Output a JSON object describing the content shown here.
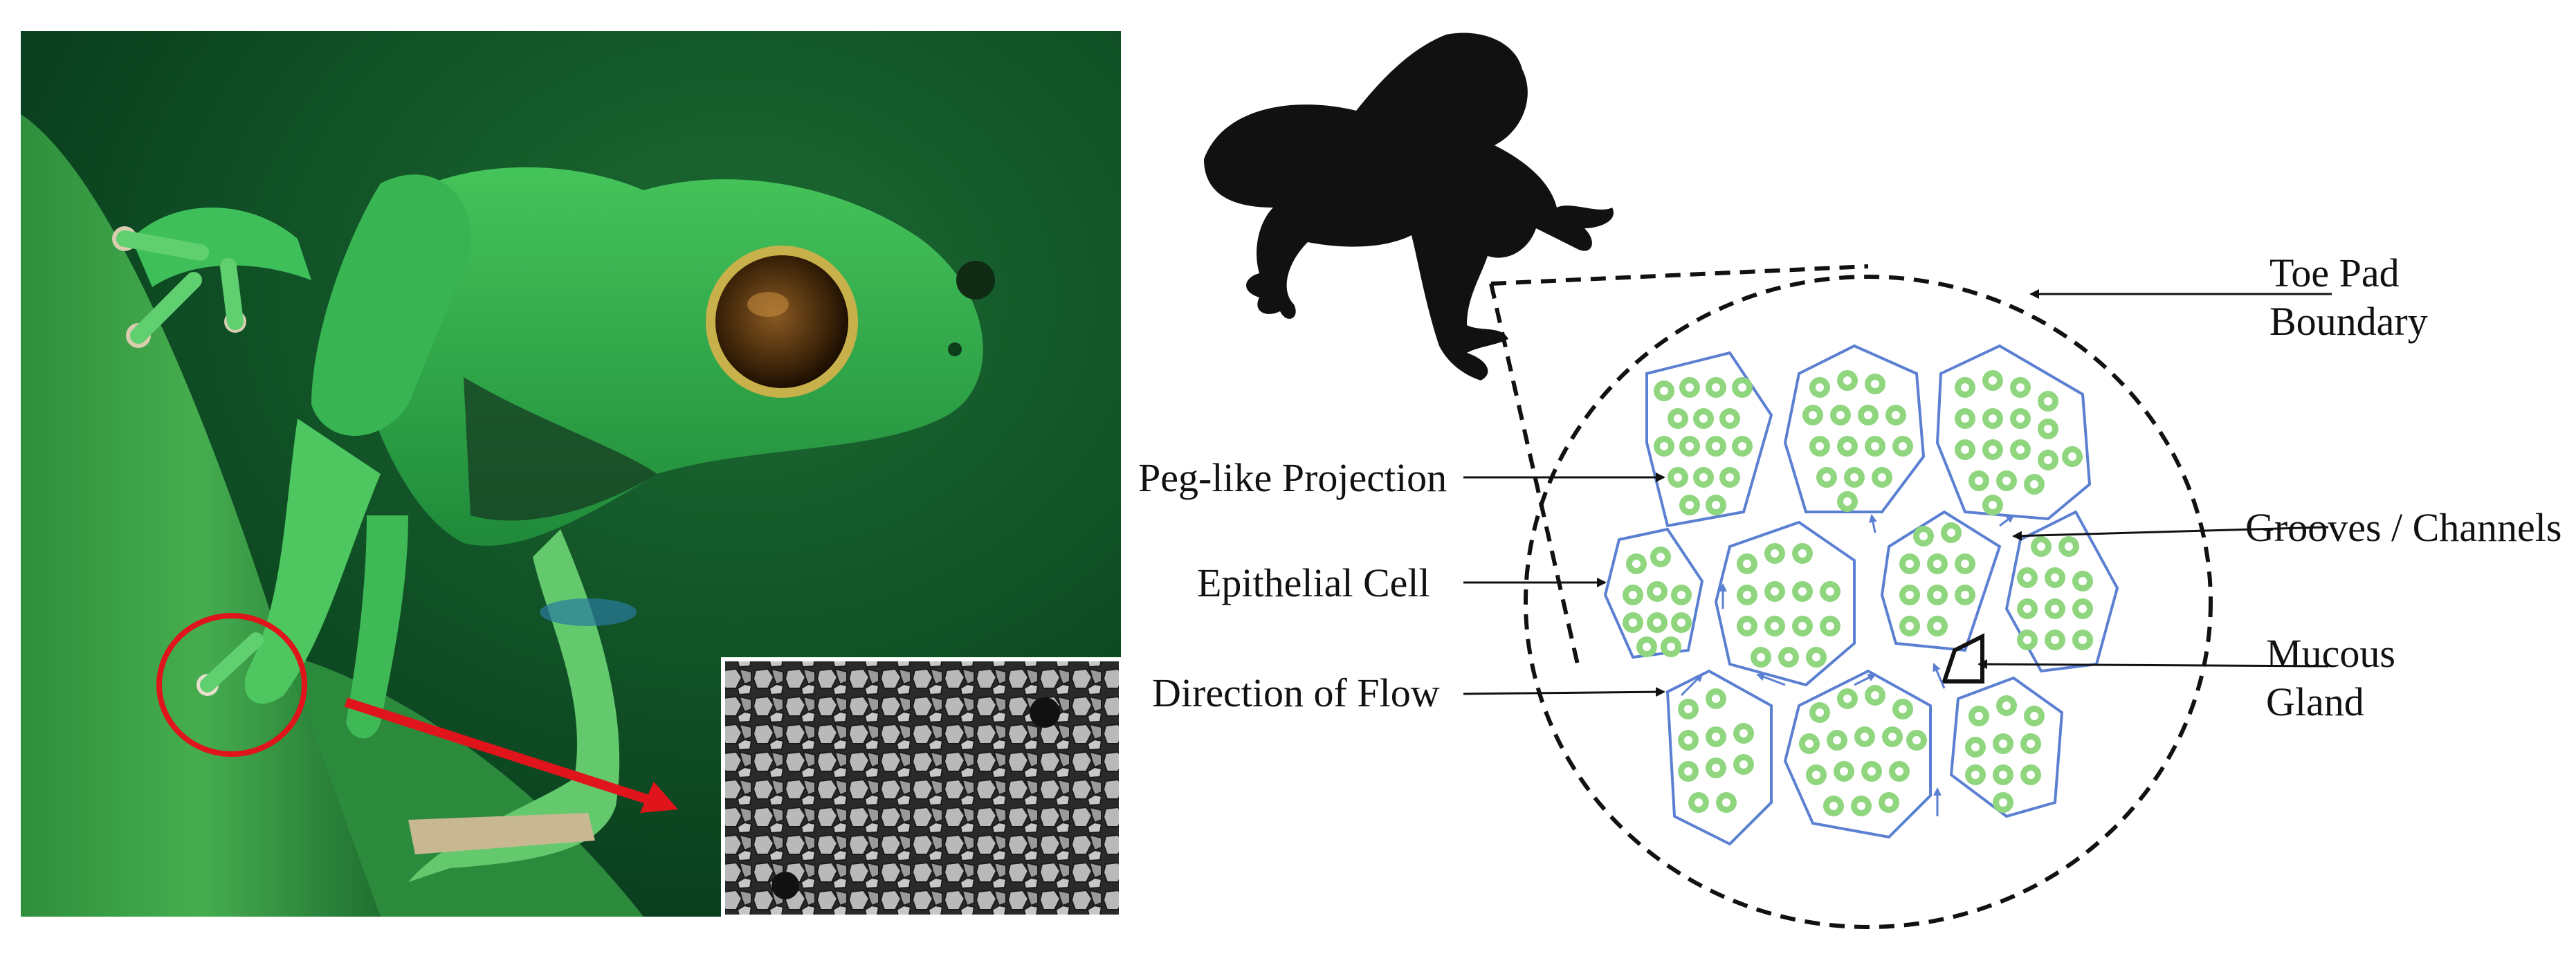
{
  "labels": {
    "toe_pad_boundary": [
      "Toe Pad",
      "Boundary"
    ],
    "peg_like_projection": "Peg-like Projection",
    "epithelial_cell": "Epithelial Cell",
    "direction_of_flow": "Direction of Flow",
    "grooves_channels": "Grooves / Channels",
    "mucous_gland": [
      "Mucous",
      "Gland"
    ]
  },
  "colors": {
    "cell_outline": "#5b7fd1",
    "peg_fill": "#8fd67e",
    "frog_green": "#2fa84a",
    "background_green": "#0f4f24",
    "highlight_red": "#e0141b",
    "silhouette": "#111111"
  },
  "icons": {
    "frog_silhouette": "frog-silhouette-icon",
    "zoom_arrow": "red-arrow-icon",
    "highlight_circle": "red-circle-icon"
  }
}
